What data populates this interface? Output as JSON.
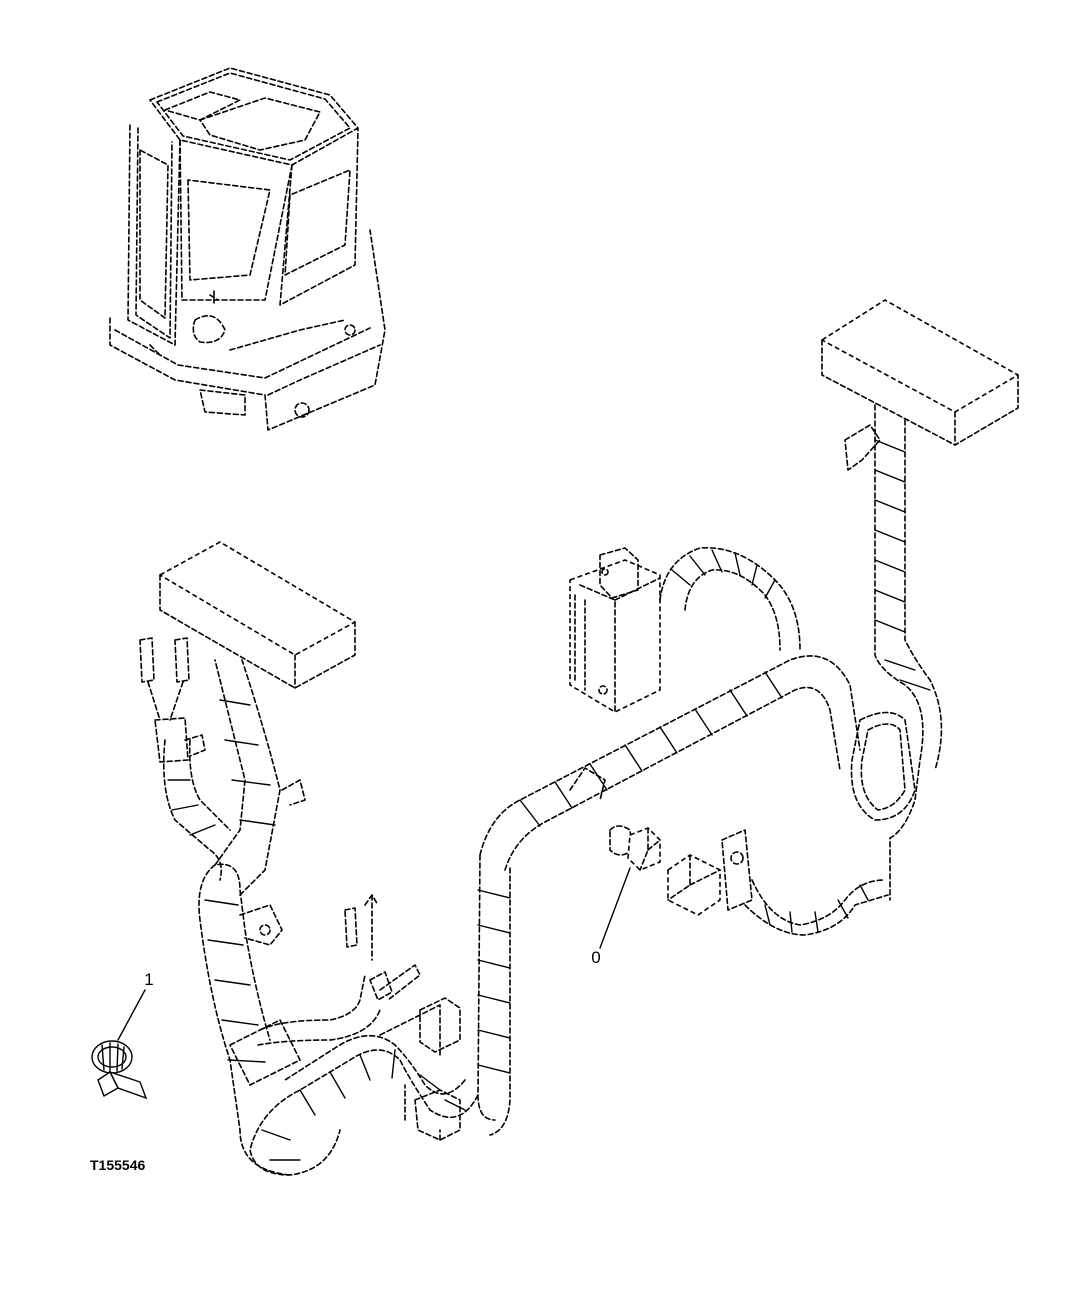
{
  "callouts": [
    {
      "label": "0",
      "target": "connector"
    },
    {
      "label": "1",
      "target": "cable-strap"
    }
  ],
  "figure_id": "T155546"
}
